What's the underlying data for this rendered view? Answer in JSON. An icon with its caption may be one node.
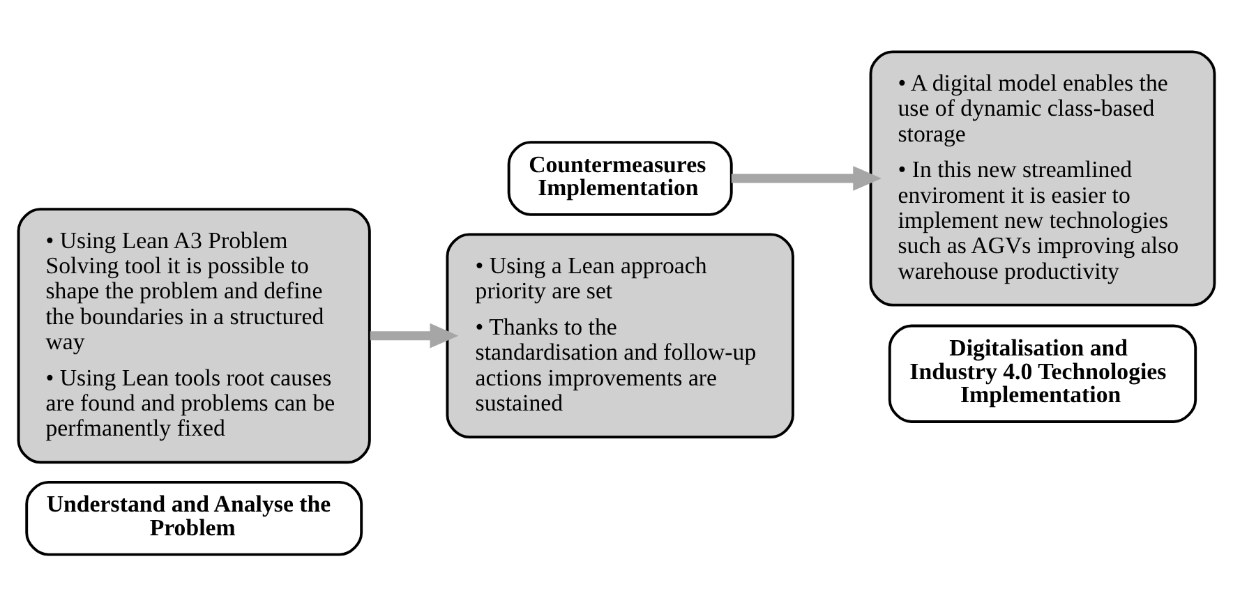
{
  "diagram": {
    "nodes": [
      {
        "text": [
          "• Using Lean A3 Problem Solving tool it is possible to shape the problem and define the boundaries in a structured way",
          "• Using Lean tools root causes are found and problems can be perfmanently fixed"
        ]
      },
      {
        "text": [
          "Understand and Analyse the Problem"
        ]
      },
      {
        "text": [
          "Countermeasures Implementation"
        ]
      },
      {
        "text": [
          "• Using a Lean approach priority are set",
          "• Thanks to the standardisation and follow-up actions improvements are sustained"
        ]
      },
      {
        "text": [
          "• A digital model enables the use of dynamic class-based storage",
          "• In this new streamlined enviroment it is easier to implement new technologies such as AGVs improving also warehouse productivity"
        ]
      },
      {
        "text": [
          "Digitalisation and Industry 4.0 Technologies Implementation"
        ]
      }
    ],
    "edges": [
      {
        "from": 0,
        "to": 3,
        "arrow": "to"
      },
      {
        "from": 2,
        "to": 4,
        "arrow": "to"
      }
    ]
  }
}
